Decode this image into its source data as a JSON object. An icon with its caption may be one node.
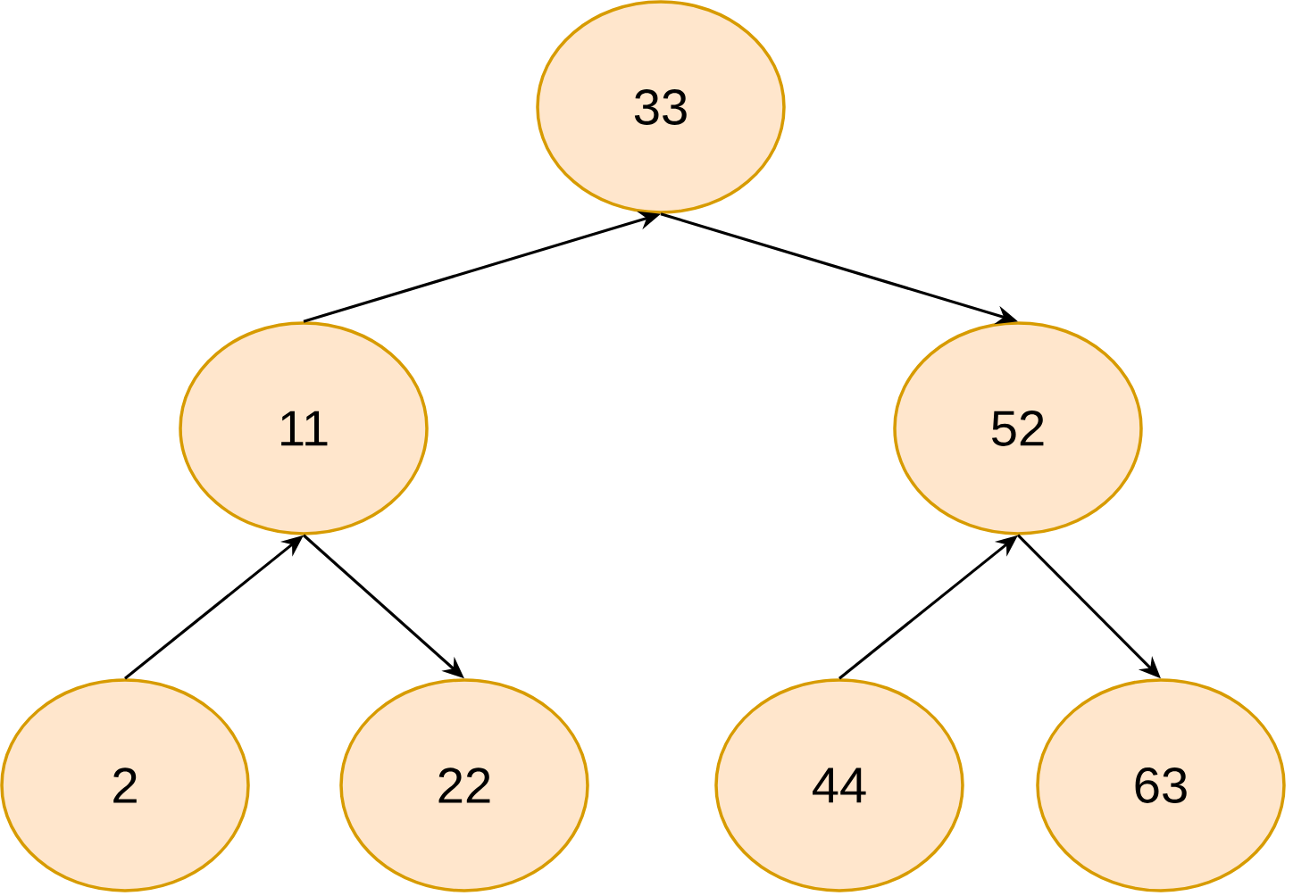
{
  "diagram": {
    "nodes": [
      {
        "text": [
          "33"
        ]
      },
      {
        "text": [
          "11"
        ]
      },
      {
        "text": [
          "52"
        ]
      },
      {
        "text": [
          "2"
        ]
      },
      {
        "text": [
          "22"
        ]
      },
      {
        "text": [
          "44"
        ]
      },
      {
        "text": [
          "63"
        ]
      }
    ],
    "edges": [
      {
        "from": 1,
        "to": 0,
        "arrow": "to"
      },
      {
        "from": 0,
        "to": 2,
        "arrow": "to"
      },
      {
        "from": 3,
        "to": 1,
        "arrow": "to"
      },
      {
        "from": 1,
        "to": 4,
        "arrow": "to"
      },
      {
        "from": 5,
        "to": 2,
        "arrow": "to"
      },
      {
        "from": 2,
        "to": 6,
        "arrow": "to"
      }
    ]
  }
}
